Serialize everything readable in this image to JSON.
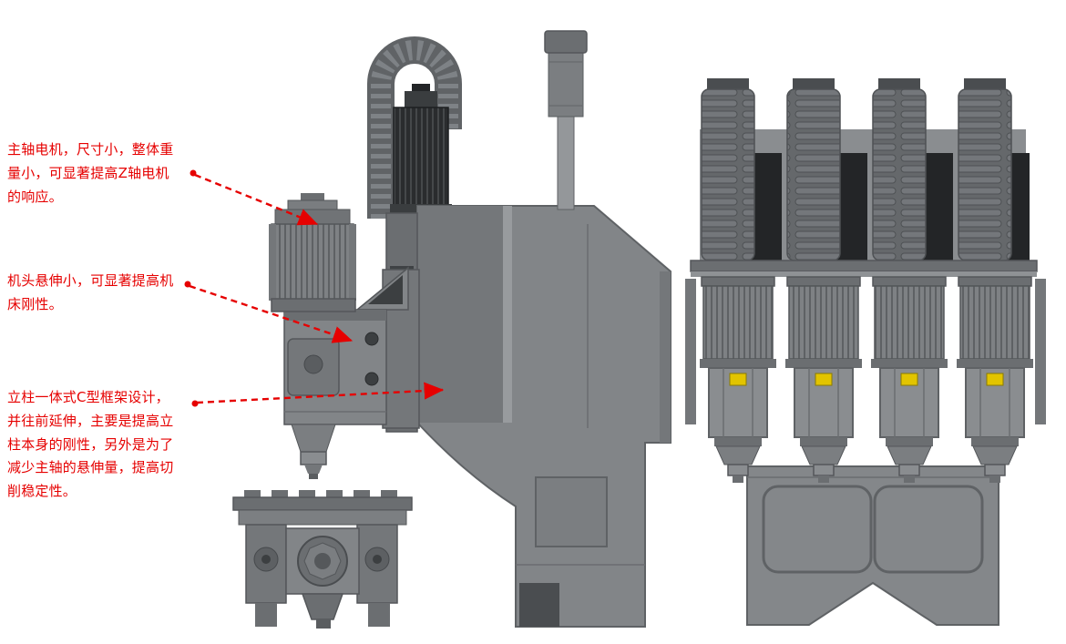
{
  "page": {
    "background": "#ffffff"
  },
  "colors": {
    "annotation_text": "#e60000",
    "arrow": "#e60000",
    "machine_body": "#828588",
    "machine_dark": "#5a5d60",
    "motor_black": "#232527",
    "chain_grey": "#65686b",
    "warning_label_yellow": "#e2c400"
  },
  "annotations": [
    {
      "id": "spindle-motor-note",
      "text": "主轴电机，尺寸小，整体重量小，可显著提高Z轴电机的响应。"
    },
    {
      "id": "head-overhang-note",
      "text": "机头悬伸小，可显著提高机床刚性。"
    },
    {
      "id": "column-frame-note",
      "text": "立柱一体式C型框架设计，并往前延伸，主要是提高立柱本身的刚性，另外是为了减少主轴的悬伸量，提高切削稳定性。"
    }
  ],
  "icons": [
    {
      "name": "dashed-arrow-icon",
      "shape": "red dashed leader line with triangular arrowhead and start dot"
    }
  ]
}
